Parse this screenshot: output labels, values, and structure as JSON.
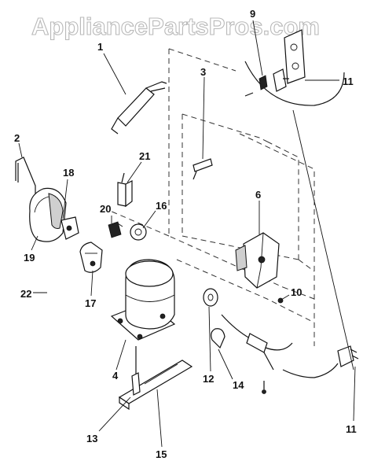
{
  "watermark": "AppliancePartsPros.com",
  "callouts": {
    "c1": "1",
    "c2": "2",
    "c3": "3",
    "c4": "4",
    "c6": "6",
    "c9": "9",
    "c10": "10",
    "c11a": "11",
    "c11b": "11",
    "c12": "12",
    "c13": "13",
    "c14": "14",
    "c15": "15",
    "c16": "16",
    "c17": "17",
    "c18": "18",
    "c19": "19",
    "c20": "20",
    "c21": "21",
    "c22": "22"
  }
}
